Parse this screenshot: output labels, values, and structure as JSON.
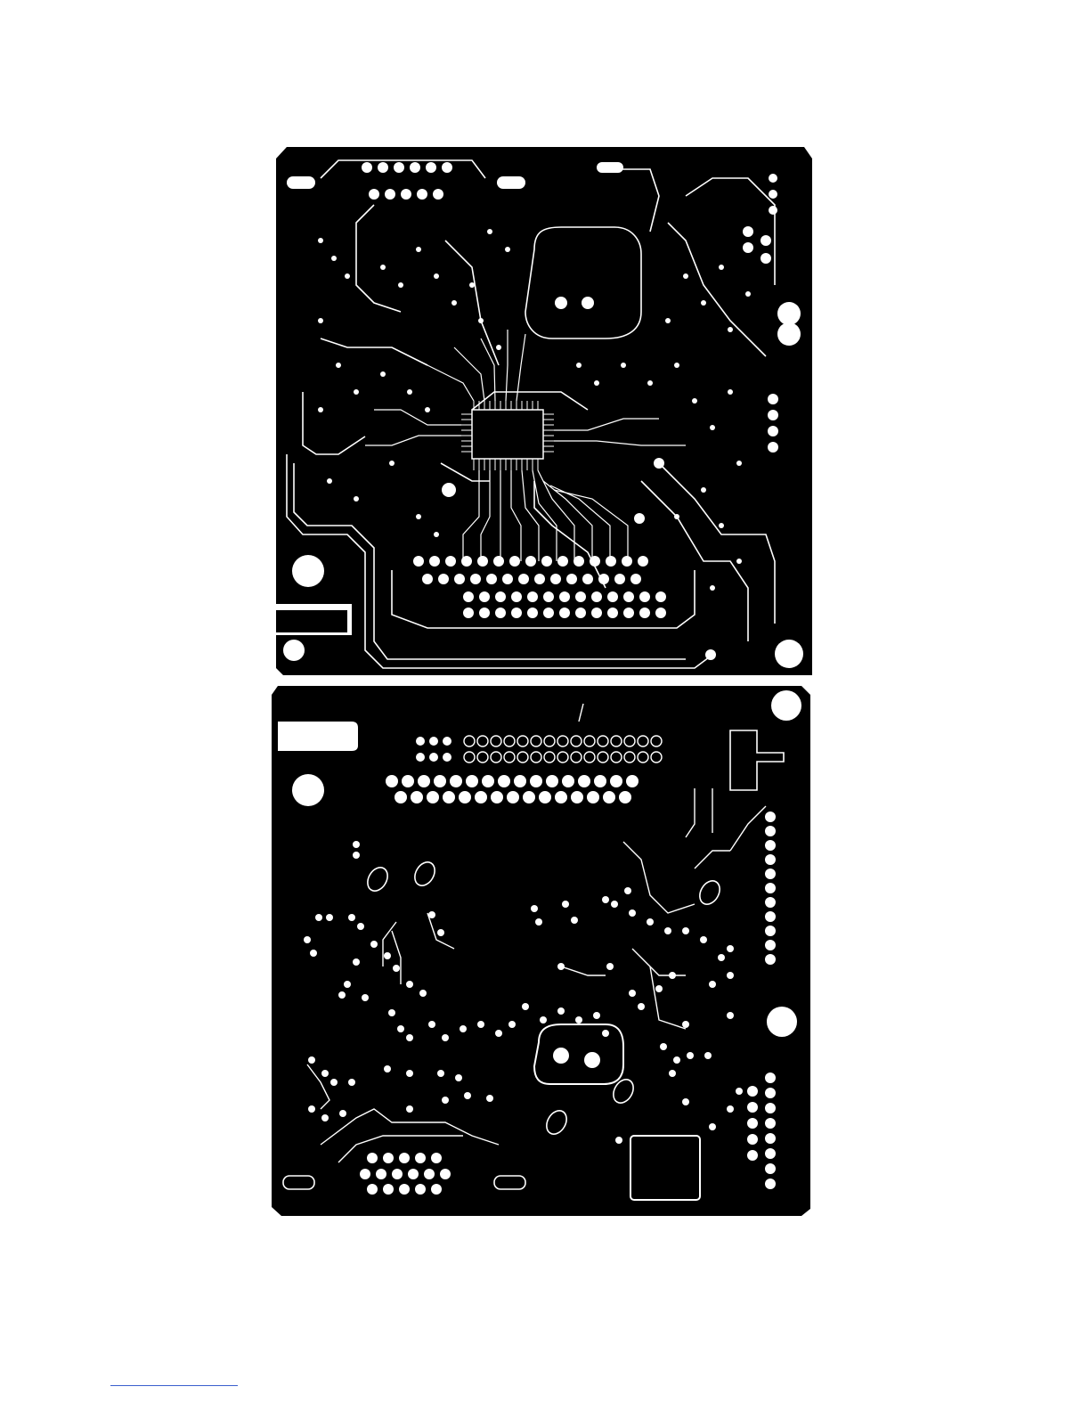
{
  "document": {
    "kind": "pcb-layout-plot",
    "layers": [
      {
        "id": "top",
        "description_visible": false
      },
      {
        "id": "bottom",
        "description_visible": false
      }
    ],
    "colors": {
      "copper": "#000000",
      "background": "#ffffff",
      "footer_rule": "#3a5fcd"
    }
  }
}
